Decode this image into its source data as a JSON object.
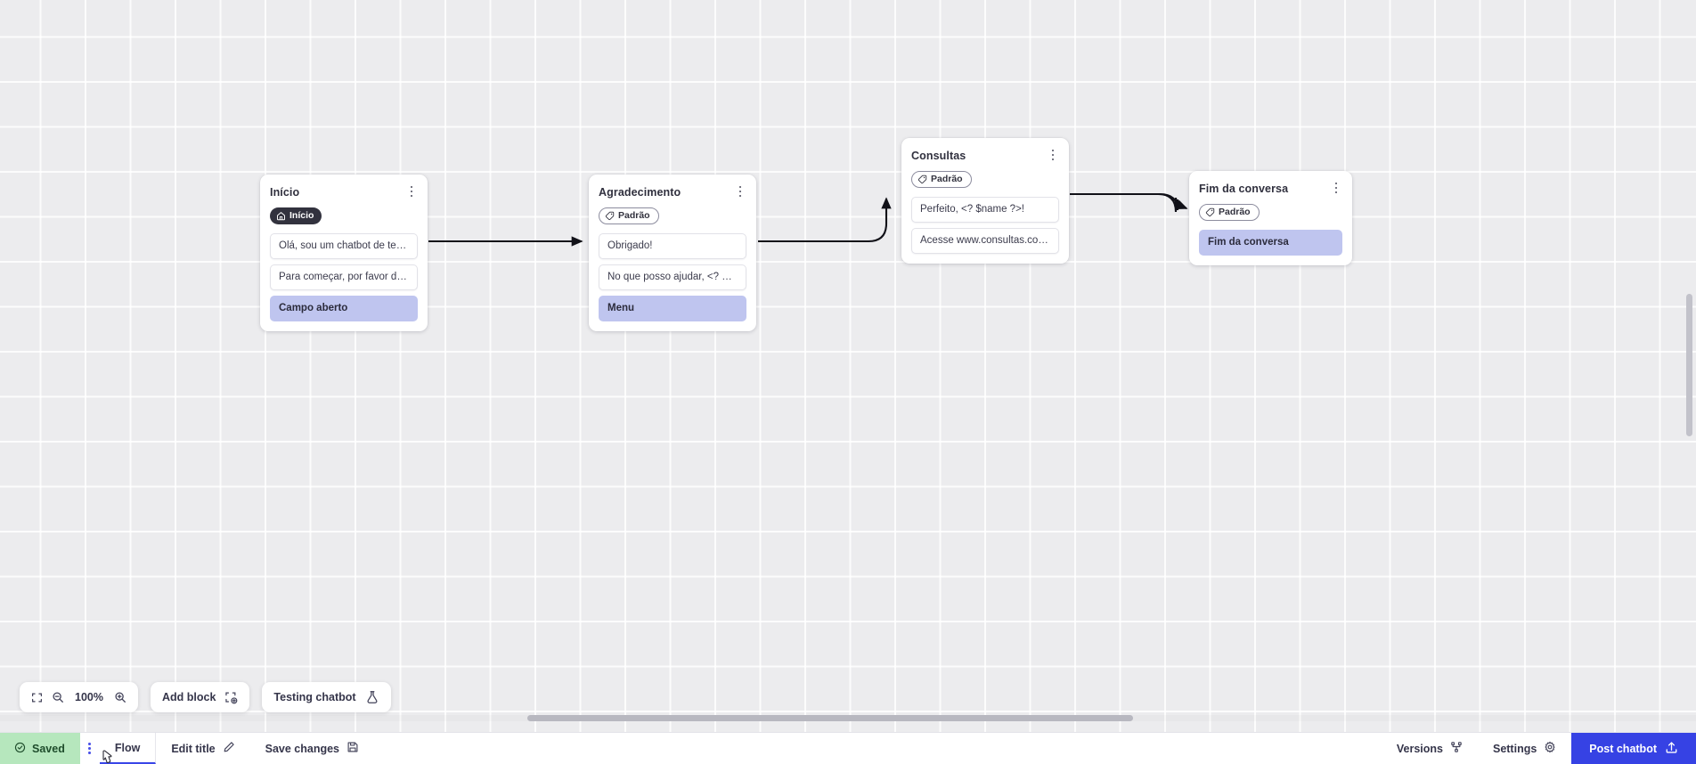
{
  "canvas": {
    "zoom": {
      "level": "100%",
      "fit_icon": "fit-screen-icon",
      "zoom_out_icon": "zoom-out-icon",
      "zoom_in_icon": "zoom-in-icon"
    },
    "add_block": {
      "label": "Add block",
      "icon": "add-block-icon"
    },
    "testing": {
      "label": "Testing chatbot",
      "icon": "flask-icon"
    }
  },
  "nodes": [
    {
      "id": "inicio",
      "title": "Início",
      "badge": {
        "label": "Início",
        "icon": "home-icon",
        "style": "dark"
      },
      "rows": [
        {
          "text": "Olá, sou um chatbot de teste!",
          "accent": false
        },
        {
          "text": "Para começar, por favor digite o ...",
          "accent": false
        },
        {
          "text": "Campo aberto",
          "accent": true
        }
      ]
    },
    {
      "id": "agradecimento",
      "title": "Agradecimento",
      "badge": {
        "label": "Padrão",
        "icon": "tag-icon",
        "style": "outline"
      },
      "rows": [
        {
          "text": "Obrigado!",
          "accent": false
        },
        {
          "text": "No que posso ajudar, <? $name ...",
          "accent": false
        },
        {
          "text": "Menu",
          "accent": true
        }
      ]
    },
    {
      "id": "consultas",
      "title": "Consultas",
      "badge": {
        "label": "Padrão",
        "icon": "tag-icon",
        "style": "outline"
      },
      "rows": [
        {
          "text": "Perfeito, <? $name ?>!",
          "accent": false
        },
        {
          "text": "Acesse www.consultas.com par...",
          "accent": false
        }
      ]
    },
    {
      "id": "fim",
      "title": "Fim da conversa",
      "badge": {
        "label": "Padrão",
        "icon": "tag-icon",
        "style": "outline"
      },
      "rows": [
        {
          "text": "Fim da conversa",
          "accent": true
        }
      ]
    }
  ],
  "statusbar": {
    "saved": {
      "label": "Saved",
      "icon": "check-circle-icon"
    },
    "menu_icon": "kebab-menu-icon",
    "tabs": [
      {
        "label": "Flow",
        "active": true
      }
    ],
    "edit_title": {
      "label": "Edit title",
      "icon": "pencil-icon"
    },
    "save_changes": {
      "label": "Save changes",
      "icon": "floppy-disk-icon"
    },
    "versions": {
      "label": "Versions",
      "icon": "branch-icon"
    },
    "settings": {
      "label": "Settings",
      "icon": "gear-icon"
    },
    "post": {
      "label": "Post chatbot",
      "icon": "upload-icon"
    }
  },
  "colors": {
    "accent_blue": "#3642e4",
    "row_accent": "#bfc5ef",
    "saved_green": "#b6e7bd",
    "canvas_bg": "#ececee",
    "badge_dark": "#32323e"
  }
}
